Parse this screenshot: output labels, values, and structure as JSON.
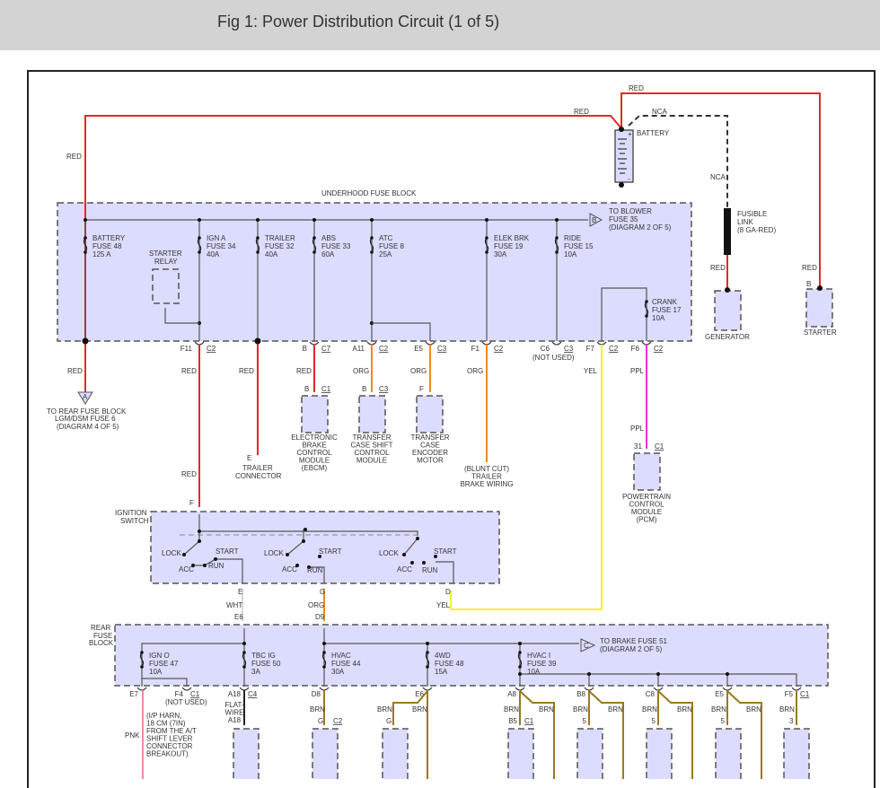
{
  "header": {
    "title": "Fig 1: Power Distribution Circuit (1 of 5)"
  },
  "colors": {
    "RED": "#e8262a",
    "ORG": "#f28a1e",
    "YEL": "#f5f230",
    "PPL": "#e830e8",
    "WHT": "#d8d8d8",
    "BRN": "#9b7a1c",
    "PNK": "#f08aa0",
    "NCA": "#333333",
    "block_fill": "#dcdcff"
  },
  "battery": {
    "label": "BATTERY",
    "plus": "+",
    "minus": "-",
    "wire_top": "RED",
    "wire_left": "RED",
    "wire_nca": "NCA",
    "wire_nca2": "NCA"
  },
  "fusible_link": {
    "l1": "FUSIBLE",
    "l2": "LINK",
    "l3": "(8 GA-RED)"
  },
  "generator": {
    "label": "GENERATOR",
    "wire": "RED"
  },
  "starter": {
    "label": "STARTER",
    "wire": "RED",
    "pin": "B"
  },
  "left_wire": "RED",
  "underhood": {
    "title": "UNDERHOOD FUSE BLOCK",
    "blower": {
      "letter": "B",
      "l1": "TO BLOWER",
      "l2": "FUSE 35",
      "l3": "(DIAGRAM 2 OF 5)"
    },
    "starter_relay": {
      "l1": "STARTER",
      "l2": "RELAY"
    },
    "fuses": [
      {
        "name": "BATTERY",
        "fuse": "FUSE 48",
        "amp": "125 A"
      },
      {
        "name": "IGN A",
        "fuse": "FUSE 34",
        "amp": "40A"
      },
      {
        "name": "TRAILER",
        "fuse": "FUSE 32",
        "amp": "40A"
      },
      {
        "name": "ABS",
        "fuse": "FUSE 33",
        "amp": "60A"
      },
      {
        "name": "ATC",
        "fuse": "FUSE 8",
        "amp": "25A"
      },
      {
        "name": "ELEK BRK",
        "fuse": "FUSE 19",
        "amp": "30A"
      },
      {
        "name": "RIDE",
        "fuse": "FUSE 15",
        "amp": "10A"
      },
      {
        "name": "CRANK",
        "fuse": "FUSE 17",
        "amp": "10A"
      }
    ],
    "pins": [
      {
        "pin": "F11",
        "conn": "C2"
      },
      {
        "pin": "B",
        "conn": "C7"
      },
      {
        "pin": "A11",
        "conn": "C2"
      },
      {
        "pin": "E5",
        "conn": "C3"
      },
      {
        "pin": "F1",
        "conn": "C2"
      },
      {
        "pin": "C6",
        "conn": "C3",
        "note": "(NOT USED)"
      },
      {
        "pin": "F7",
        "conn": "C2"
      },
      {
        "pin": "F6",
        "conn": "C2"
      }
    ]
  },
  "rear_fuse_dest": {
    "letter": "A",
    "l1": "TO REAR FUSE BLOCK",
    "l2": "LGM/DSM FUSE 6",
    "l3": "(DIAGRAM 4 OF 5)",
    "wire": "RED"
  },
  "trailer_conn": {
    "pin": "E",
    "l1": "TRAILER",
    "l2": "CONNECTOR",
    "wire": "RED"
  },
  "ebcm": {
    "pin": "B",
    "conn": "C1",
    "wire": "RED",
    "lines": [
      "ELECTRONIC",
      "BRAKE",
      "CONTROL",
      "MODULE",
      "(EBCM)"
    ]
  },
  "tcscm": {
    "pin": "B",
    "conn": "C3",
    "wire": "ORG",
    "lines": [
      "TRANSFER",
      "CASE SHIFT",
      "CONTROL",
      "MODULE"
    ]
  },
  "tcem": {
    "pin": "F",
    "wire": "ORG",
    "lines": [
      "TRANSFER",
      "CASE",
      "ENCODER",
      "MOTOR"
    ]
  },
  "trailer_brake": {
    "wire": "ORG",
    "lines": [
      "(BLUNT CUT)",
      "TRAILER",
      "BRAKE WIRING"
    ]
  },
  "pcm": {
    "pin": "31",
    "conn": "C1",
    "wire1": "PPL",
    "wire2": "PPL",
    "lines": [
      "POWERTRAIN",
      "CONTROL",
      "MODULE",
      "(PCM)"
    ]
  },
  "yel_wire": "YEL",
  "ign_wire": "RED",
  "ignition": {
    "l1": "IGNITION",
    "l2": "SWITCH",
    "in_pin": "F",
    "pos": {
      "lock": "LOCK",
      "acc": "ACC",
      "run": "RUN",
      "start": "START"
    },
    "outs": [
      {
        "pin": "E",
        "wire": "WHT",
        "dest": "E6"
      },
      {
        "pin": "G",
        "wire": "ORG",
        "dest": "D9"
      },
      {
        "pin": "D",
        "wire": "YEL"
      }
    ]
  },
  "rear": {
    "l1": "REAR",
    "l2": "FUSE",
    "l3": "BLOCK",
    "brake": {
      "letter": "C",
      "l1": "TO BRAKE FUSE 51",
      "l2": "(DIAGRAM 2 OF 5)"
    },
    "fuses": [
      {
        "name": "IGN O",
        "fuse": "FUSE 47",
        "amp": "10A"
      },
      {
        "name": "TBC IG",
        "fuse": "FUSE 50",
        "amp": "3A"
      },
      {
        "name": "HVAC",
        "fuse": "FUSE 44",
        "amp": "30A"
      },
      {
        "name": "4WD",
        "fuse": "FUSE 48",
        "amp": "15A"
      },
      {
        "name": "HVAC I",
        "fuse": "FUSE 39",
        "amp": "10A"
      }
    ],
    "pins": [
      {
        "pin": "E7"
      },
      {
        "pin": "F4",
        "conn": "C1",
        "note": "(NOT USED)"
      },
      {
        "pin": "A18",
        "conn": "C4"
      },
      {
        "pin": "D8"
      },
      {
        "pin": "E6"
      },
      {
        "pin": "A8"
      },
      {
        "pin": "B8"
      },
      {
        "pin": "C8"
      },
      {
        "pin": "E5"
      },
      {
        "pin": "F5",
        "conn": "C1"
      }
    ],
    "pnk_note": [
      "(I/P HARN,",
      "18 CM (7IN)",
      "FROM THE A/T",
      "SHIFT LEVER",
      "CONNECTOR",
      "BREAKOUT)"
    ],
    "pnk_wire": "PNK",
    "flat": [
      "FLAT-",
      "WIRE",
      "A18"
    ],
    "d8_wire": "BRN",
    "d8_pin": "G",
    "d8_conn": "C2",
    "brn": "BRN",
    "sub_pins": {
      "e6": "G",
      "a8": "B5",
      "a8c": "C1",
      "b8": "5",
      "c8": "5",
      "e5": "5",
      "f5": "3"
    }
  }
}
